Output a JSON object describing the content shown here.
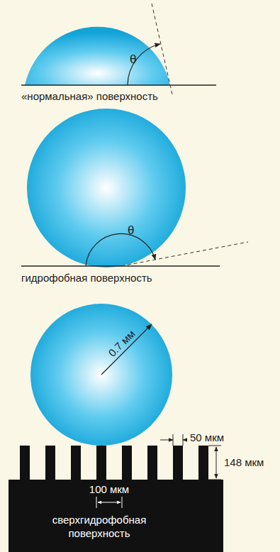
{
  "diagram": {
    "nodes": [
      {
        "text": [
          "100 мкм",
          "сверхгидрофобная поверхность"
        ]
      }
    ],
    "labels": [
      "θ",
      "«нормальная» поверхность",
      "θ",
      "гидрофобная поверхность",
      "0.7 мм",
      "50 мкм",
      "148 мкм"
    ]
  }
}
